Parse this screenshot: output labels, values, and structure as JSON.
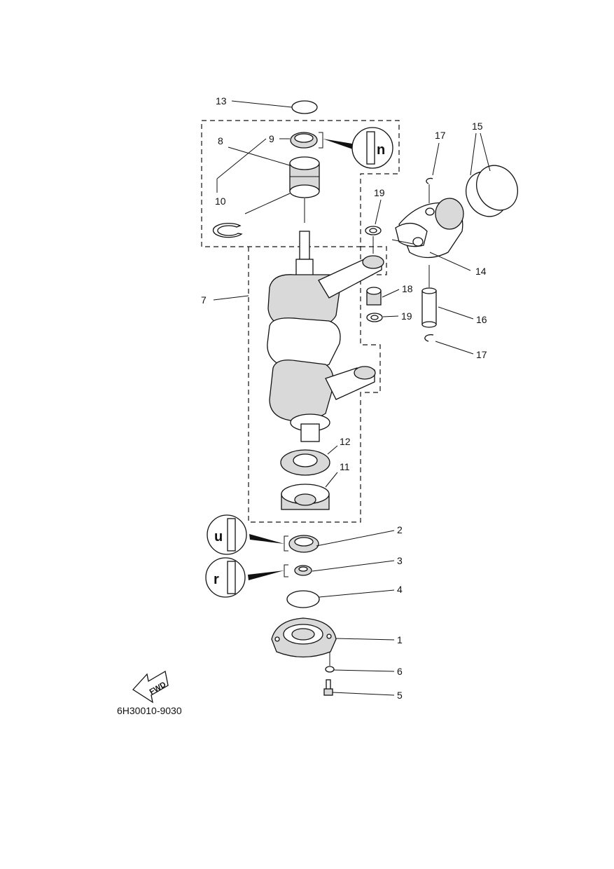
{
  "diagram": {
    "code": "6H30010-9030",
    "fwd_label": "FWD",
    "labels": [
      {
        "id": "13",
        "text": "13"
      },
      {
        "id": "9",
        "text": "9"
      },
      {
        "id": "8",
        "text": "8"
      },
      {
        "id": "10",
        "text": "10"
      },
      {
        "id": "7",
        "text": "7"
      },
      {
        "id": "17a",
        "text": "17"
      },
      {
        "id": "15",
        "text": "15"
      },
      {
        "id": "19a",
        "text": "19"
      },
      {
        "id": "14",
        "text": "14"
      },
      {
        "id": "18",
        "text": "18"
      },
      {
        "id": "19b",
        "text": "19"
      },
      {
        "id": "16",
        "text": "16"
      },
      {
        "id": "17b",
        "text": "17"
      },
      {
        "id": "12",
        "text": "12"
      },
      {
        "id": "11",
        "text": "11"
      },
      {
        "id": "2",
        "text": "2"
      },
      {
        "id": "3",
        "text": "3"
      },
      {
        "id": "4",
        "text": "4"
      },
      {
        "id": "1",
        "text": "1"
      },
      {
        "id": "6",
        "text": "6"
      },
      {
        "id": "5",
        "text": "5"
      }
    ]
  }
}
